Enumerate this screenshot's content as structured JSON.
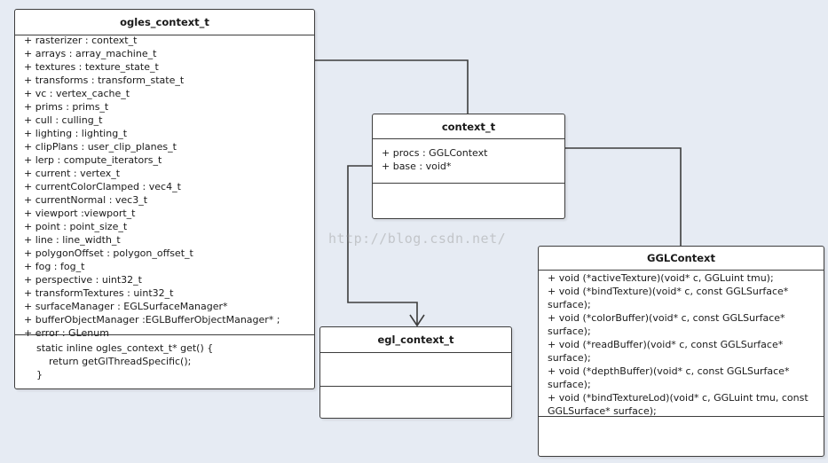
{
  "classes": {
    "ogles": {
      "name": "ogles_context_t",
      "attributes": [
        "+ rasterizer : context_t",
        "+ arrays : array_machine_t",
        "+ textures :  texture_state_t",
        "+ transforms : transform_state_t",
        "+ vc :  vertex_cache_t",
        "+ prims : prims_t",
        "+ cull : culling_t",
        "+ lighting : lighting_t",
        "+ clipPlans : user_clip_planes_t",
        "+ lerp : compute_iterators_t",
        "+ current : vertex_t",
        "+ currentColorClamped : vec4_t",
        "+ currentNormal : vec3_t",
        "+ viewport :viewport_t",
        "+ point : point_size_t",
        "+ line : line_width_t",
        "+ polygonOffset : polygon_offset_t",
        "+ fog : fog_t",
        "+ perspective  : uint32_t",
        "+ transformTextures  : uint32_t",
        "+ surfaceManager : EGLSurfaceManager*",
        "+ bufferObjectManager :EGLBufferObjectManager* ;",
        "+ error : GLenum"
      ],
      "operations": [
        "static inline ogles_context_t* get() {",
        "return getGlThreadSpecific();",
        "}"
      ]
    },
    "context": {
      "name": "context_t",
      "attributes": [
        "+ procs : GGLContext",
        "+ base : void*"
      ]
    },
    "egl": {
      "name": "egl_context_t"
    },
    "ggl": {
      "name": "GGLContext",
      "operations": [
        "+ void (*activeTexture)(void* c, GGLuint tmu);",
        "+ void (*bindTexture)(void* c, const GGLSurface* surface);",
        "+ void (*colorBuffer)(void* c, const GGLSurface* surface);",
        "+ void (*readBuffer)(void* c, const GGLSurface* surface);",
        "+ void (*depthBuffer)(void* c, const GGLSurface* surface);",
        "+ void (*bindTextureLod)(void* c, GGLuint tmu, const GGLSurface* surface);"
      ]
    }
  },
  "watermark": "http://blog.csdn.net/",
  "colors": {
    "background": "#e6ebf3",
    "border": "#3d3d3d",
    "box": "#ffffff"
  }
}
